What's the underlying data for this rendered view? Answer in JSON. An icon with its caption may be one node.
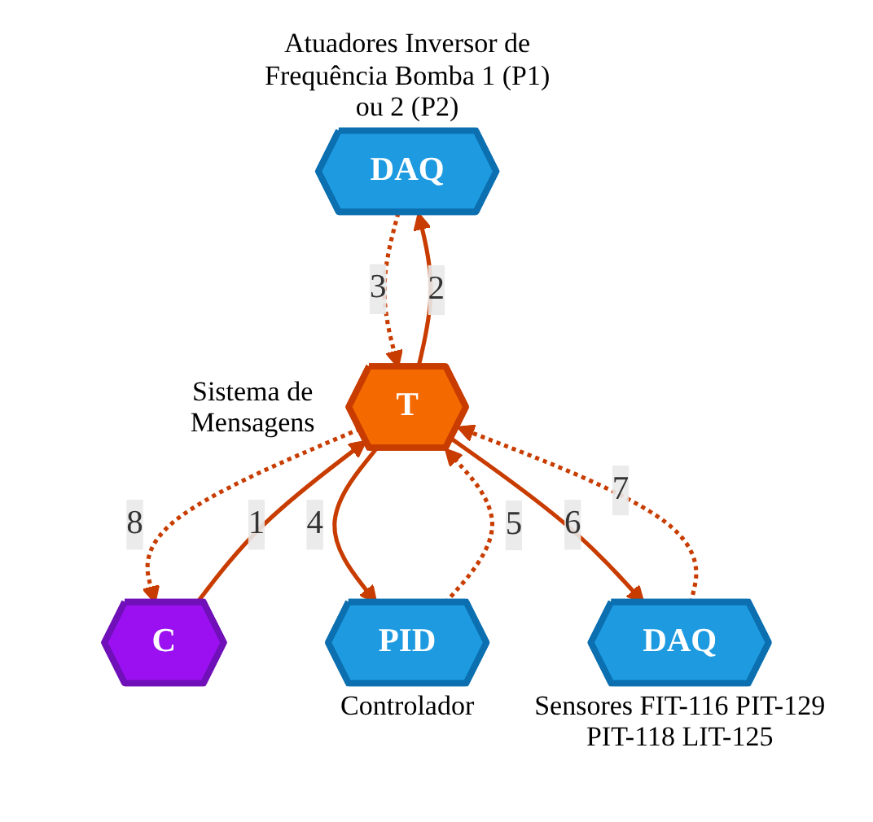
{
  "diagram": {
    "nodes": [
      {
        "text": [
          "DAQ"
        ],
        "beside": [
          "Atuadores Inversor de Frequência Bomba 1 (P1) ou 2 (P2)"
        ]
      },
      {
        "text": [
          "C"
        ]
      },
      {
        "text": [
          "PID"
        ],
        "beside": [
          "Controlador"
        ]
      },
      {
        "text": [
          "T"
        ],
        "beside": [
          "Sistema de Mensagens"
        ]
      },
      {
        "text": [
          "DAQ"
        ],
        "beside": [
          "Sensores FIT-116 PIT-129 PIT-118 LIT-125"
        ]
      }
    ],
    "edges": [
      {
        "from": 3,
        "to": 1,
        "arrow": "to",
        "label": "8",
        "style": "dashed"
      },
      {
        "from": 0,
        "to": 3,
        "arrow": "to",
        "label": "3",
        "style": "dashed"
      },
      {
        "from": 3,
        "to": 0,
        "arrow": "to",
        "label": "2"
      },
      {
        "from": 2,
        "to": 3,
        "arrow": "to",
        "label": "5",
        "style": "dashed"
      },
      {
        "from": 1,
        "to": 3,
        "arrow": "to",
        "label": "1"
      },
      {
        "from": 3,
        "to": 2,
        "arrow": "to",
        "label": "4"
      },
      {
        "from": 4,
        "to": 3,
        "arrow": "to",
        "label": "7",
        "style": "dashed"
      },
      {
        "from": 3,
        "to": 4,
        "arrow": "to",
        "label": "6"
      }
    ]
  }
}
